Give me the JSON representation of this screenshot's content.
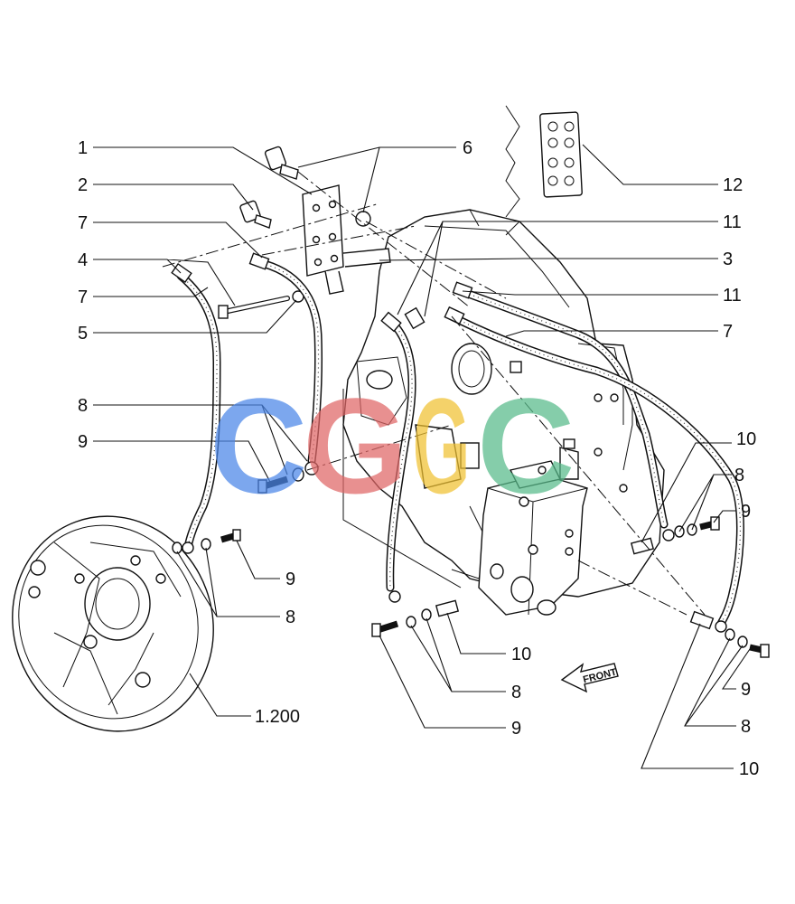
{
  "diagram": {
    "callouts": [
      {
        "id": "c1",
        "text": "1"
      },
      {
        "id": "c2",
        "text": "2"
      },
      {
        "id": "c7a",
        "text": "7"
      },
      {
        "id": "c4",
        "text": "4"
      },
      {
        "id": "c7b",
        "text": "7"
      },
      {
        "id": "c5",
        "text": "5"
      },
      {
        "id": "c8a",
        "text": "8"
      },
      {
        "id": "c9a",
        "text": "9"
      },
      {
        "id": "c6",
        "text": "6"
      },
      {
        "id": "c12",
        "text": "12"
      },
      {
        "id": "c11a",
        "text": "11"
      },
      {
        "id": "c3",
        "text": "3"
      },
      {
        "id": "c11b",
        "text": "11"
      },
      {
        "id": "c7c",
        "text": "7"
      },
      {
        "id": "c10a",
        "text": "10"
      },
      {
        "id": "c8b",
        "text": "8"
      },
      {
        "id": "c9b",
        "text": "9"
      },
      {
        "id": "c9c",
        "text": "9"
      },
      {
        "id": "c8c",
        "text": "8"
      },
      {
        "id": "c1200",
        "text": "1.200"
      },
      {
        "id": "c10b",
        "text": "10"
      },
      {
        "id": "c8d",
        "text": "8"
      },
      {
        "id": "c9d",
        "text": "9"
      },
      {
        "id": "c9e",
        "text": "9"
      },
      {
        "id": "c8e",
        "text": "8"
      },
      {
        "id": "c10c",
        "text": "10"
      }
    ],
    "front_label": "FRONT",
    "watermark": {
      "letters": [
        "C",
        "G",
        "G",
        "C"
      ],
      "colors": [
        "#4a86e8",
        "#e06666",
        "#f1c232",
        "#57bb8a"
      ]
    }
  }
}
